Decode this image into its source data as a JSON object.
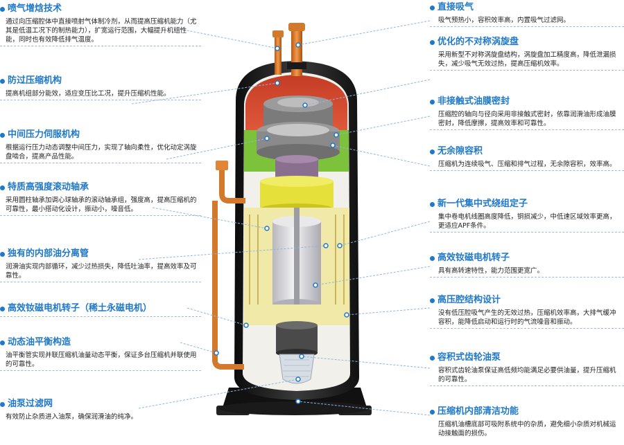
{
  "colors": {
    "accent": "#1f78c8",
    "shell": "#1d1d1d",
    "top_chamber": "#d64a2d",
    "green_band": "#7cc23b",
    "coil": "#f0e9a8",
    "rotor": "#d8d8dc",
    "purple_part": "#8a6f8f",
    "copper": "#e07a2b"
  },
  "left_callouts": [
    {
      "title": "喷气增焓技术",
      "desc": "通过向压缩腔体中直接喷射气体制冷剂，从而提高压缩机能力（尤其是低温工况下的制热能力），扩宽运行范围，大幅提升机组性能，同时也有效降低排气温度。"
    },
    {
      "title": "防过压缩机构",
      "desc": "提高机组部分能效，适应变压比工况，提升压缩机性能。"
    },
    {
      "title": "中间压力伺服机构",
      "desc": "根据运行压力动态调整中间压力，实现了轴向柔性，优化动定涡旋盘啮合，提高产品性能。"
    },
    {
      "title": "特质高强度滚动轴承",
      "desc": "采用圆柱轴承加调心球轴承的滚动轴承组，强度高，提高压缩机的可靠性，最小搭动化设计，振动小，噪音低。"
    },
    {
      "title": "独有的内部油分离管",
      "desc": "润滑油实现内部循环，减少过热损失，降低吐油率，提高效率及可靠性。"
    },
    {
      "title": "高效钕磁电机转子（稀土永磁电机）",
      "desc": ""
    },
    {
      "title": "动态油平衡构造",
      "desc": "油平衡管实现并联压缩机油量动态平衡，保证多台压缩机并联使用的可靠性。"
    },
    {
      "title": "油泵过滤网",
      "desc": "有效防止杂质进入油泵，确保润滑油的纯净。"
    }
  ],
  "right_callouts": [
    {
      "title": "直接吸气",
      "desc": "吸气预热小，容积效率高，内置吸气过滤网。"
    },
    {
      "title": "优化的不对称涡旋盘",
      "desc": "采用新型不对称涡旋盘结构，涡旋盘加工精度高，降低泄漏损失，减少吸气无效过热，提高压缩机效率。"
    },
    {
      "title": "非接触式油膜密封",
      "desc": "压缩腔的轴向与径向采用非接触式密封，依靠润滑油形成油膜密封，降低摩擦，提高效率和可靠性。"
    },
    {
      "title": "无余隙容积",
      "desc": "压缩机为连续吸气、压缩和排气过程，无余隙容积，效率高。"
    },
    {
      "title": "新一代集中式绕组定子",
      "desc": "集中卷电机线圈高度降低，铜损减少，中低速区域效率更高，更适应APF条件。"
    },
    {
      "title": "高效钕磁电机转子",
      "desc": "具有高转速特性，能力范围更宽广。"
    },
    {
      "title": "高压腔结构设计",
      "desc": "没有低压腔吸气产生的无效过热，压缩机效率高，大排气缓冲容积，能降低启动和运行时的气流噪音和振动。"
    },
    {
      "title": "容积式齿轮油泵",
      "desc": "容积式齿轮油泵保证高低频均能满足必要供油量，提升压缩机的可靠性。"
    },
    {
      "title": "压缩机内部清洁功能",
      "desc": "压缩机油槽底部可吸附系统中的杂质，避免细小杂质对机械运动接触面的损伤。"
    }
  ]
}
